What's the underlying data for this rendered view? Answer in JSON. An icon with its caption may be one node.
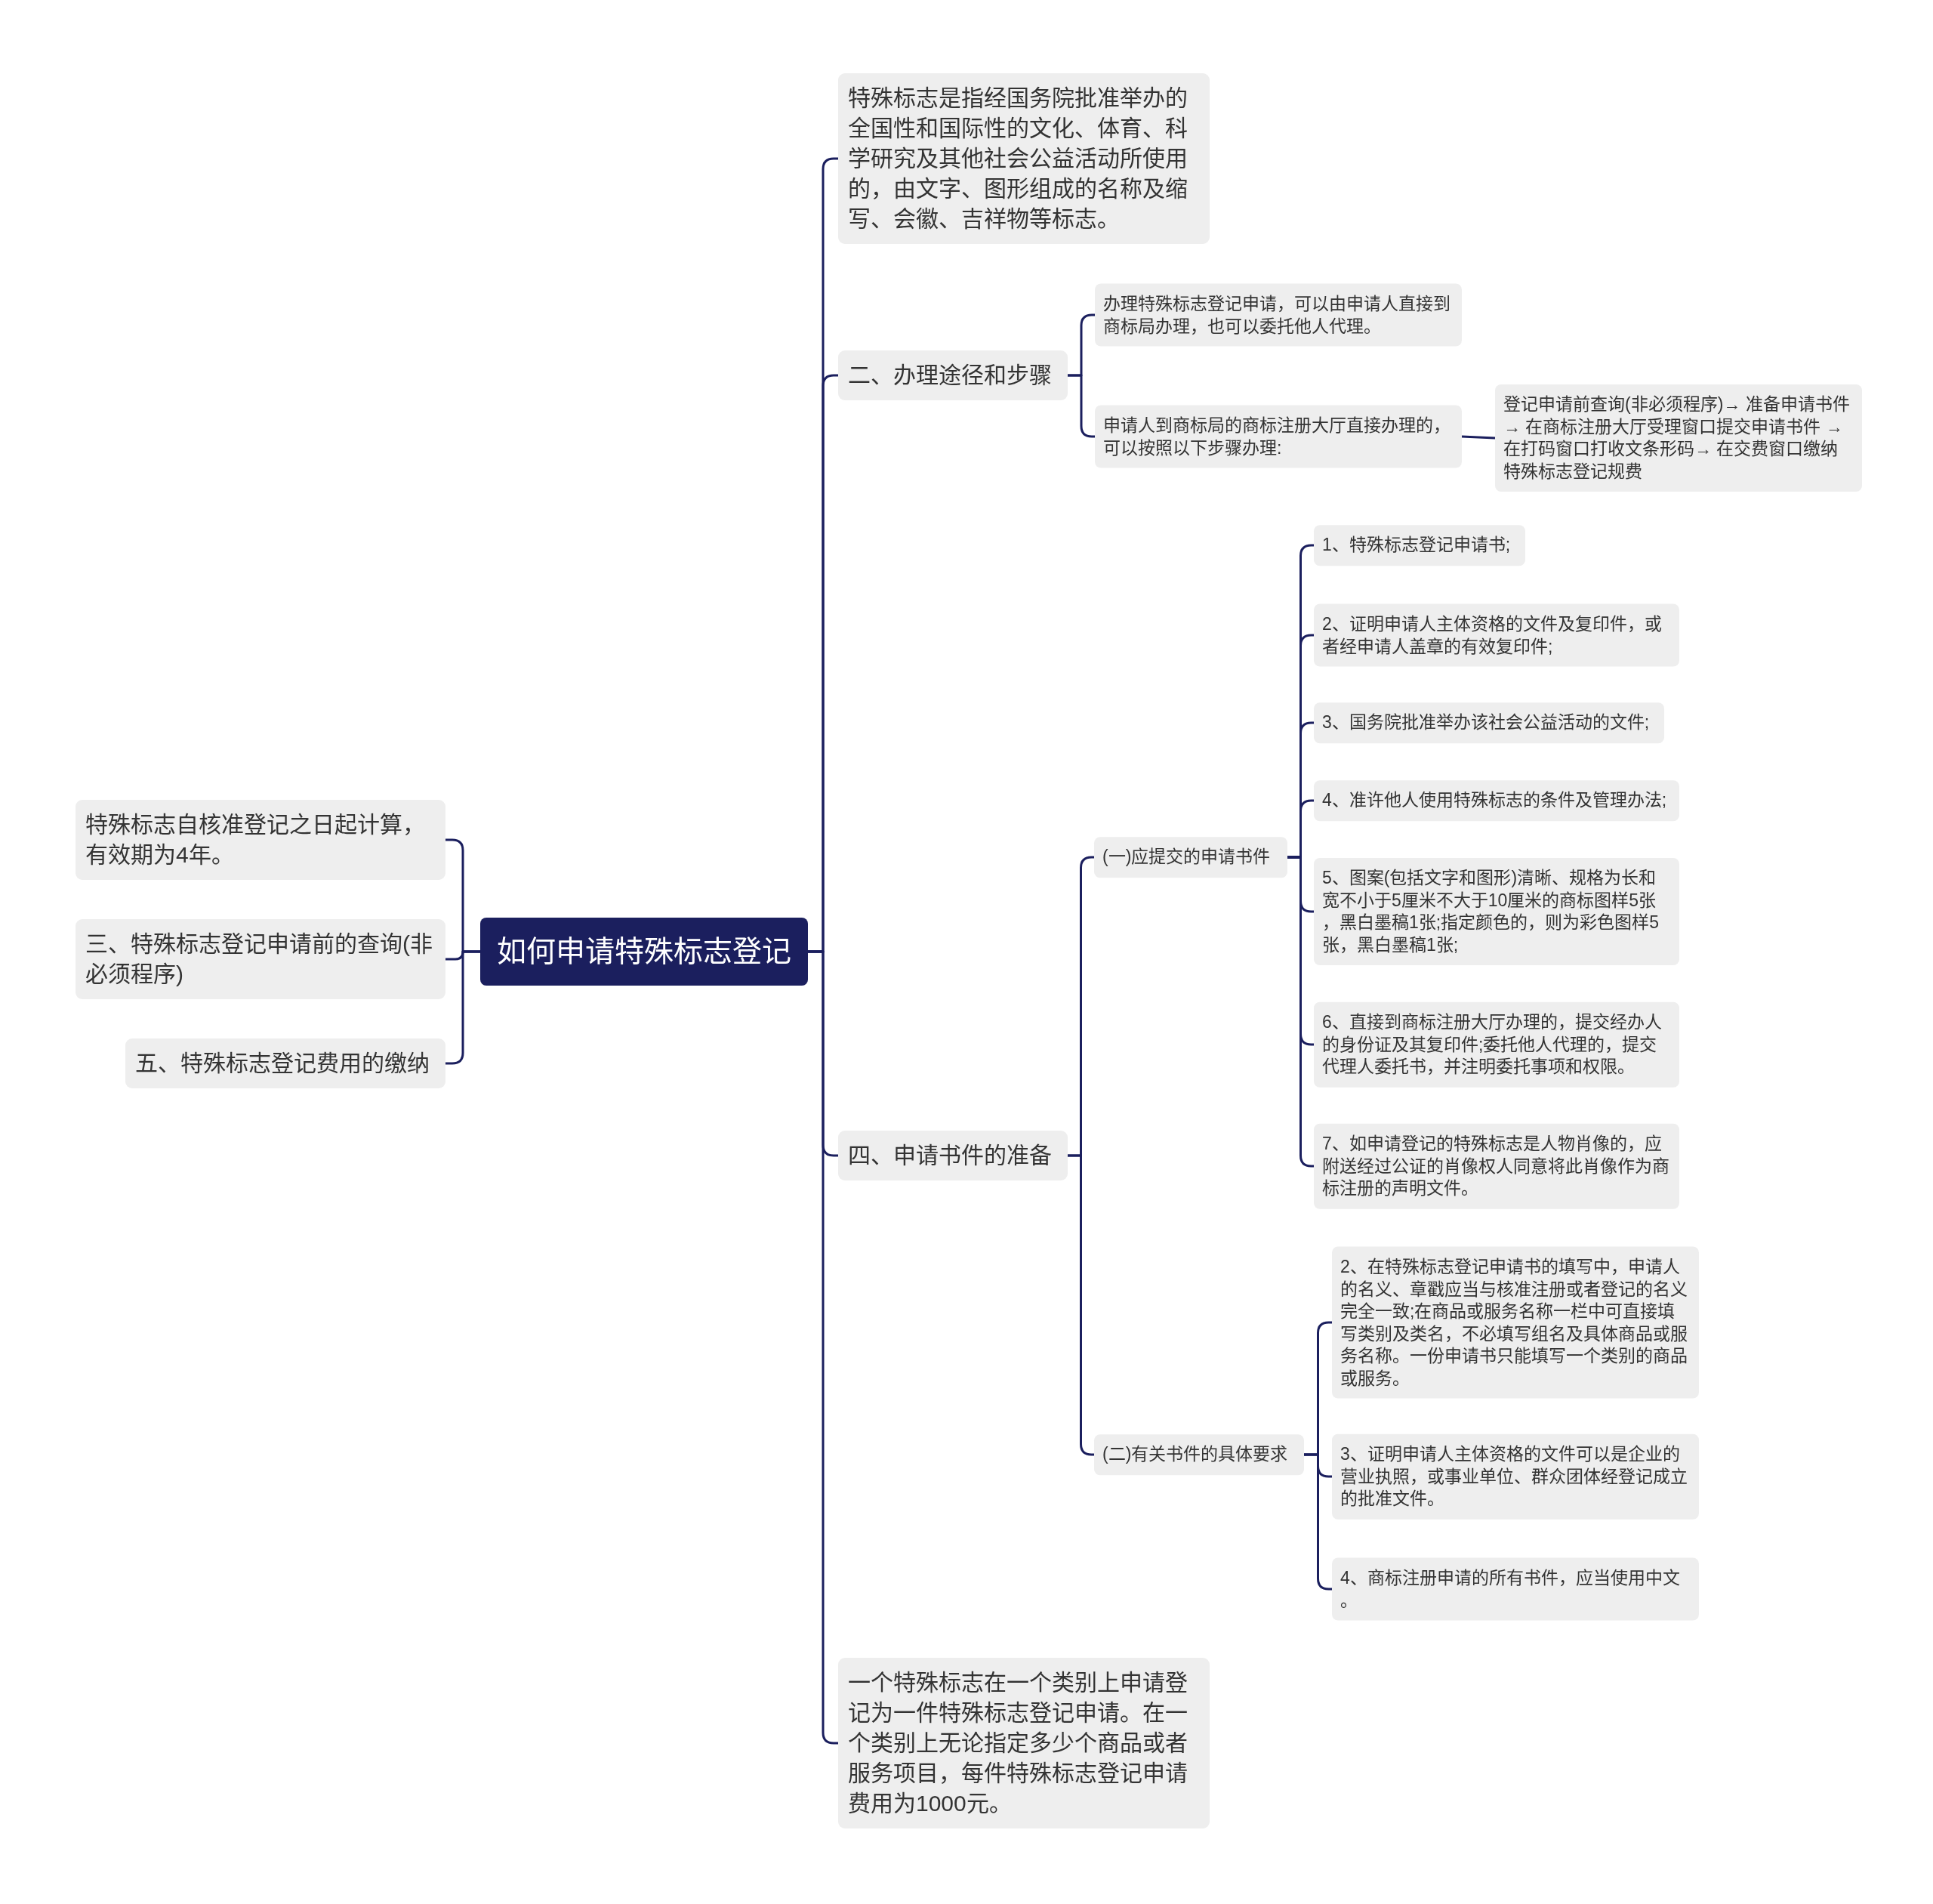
{
  "diagram": {
    "nodes": [
      {
        "text": [
          "如何申请特殊标志登记"
        ]
      },
      {
        "text": [
          "特殊标志自核准登记之日起计算，有效期为4年。"
        ]
      },
      {
        "text": [
          "三、特殊标志登记申请前的查询(非必须程序)"
        ]
      },
      {
        "text": [
          "五、特殊标志登记费用的缴纳"
        ]
      },
      {
        "text": [
          "特殊标志是指经国务院批准举办的全国性和国际性的文化、体育、科学研究及其他社会公益活动所使用的，由文字、图形组成的名称及缩写、会徽、吉祥物等标志。"
        ]
      },
      {
        "text": [
          "二、办理途径和步骤"
        ]
      },
      {
        "text": [
          "办理特殊标志登记申请，可以由申请人直接到商标局办理，也可以委托他人代理。"
        ]
      },
      {
        "text": [
          "申请人到商标局的商标注册大厅直接办理的，可以按照以下步骤办理:"
        ]
      },
      {
        "text": [
          "登记申请前查询(非必须程序)→ 准备申请书件 → 在商标注册大厅受理窗口提交申请书件 → 在打码窗口打收文条形码→ 在交费窗口缴纳特殊标志登记规费"
        ]
      },
      {
        "text": [
          "四、申请书件的准备"
        ]
      },
      {
        "text": [
          "(一)应提交的申请书件"
        ]
      },
      {
        "text": [
          "1、特殊标志登记申请书;"
        ]
      },
      {
        "text": [
          "2、证明申请人主体资格的文件及复印件，或者经申请人盖章的有效复印件;"
        ]
      },
      {
        "text": [
          "3、国务院批准举办该社会公益活动的文件;"
        ]
      },
      {
        "text": [
          "4、准许他人使用特殊标志的条件及管理办法;"
        ]
      },
      {
        "text": [
          "5、图案(包括文字和图形)清晰、规格为长和宽不小于5厘米不大于10厘米的商标图样5张，黑白墨稿1张;指定颜色的，则为彩色图样5张，黑白墨稿1张;"
        ]
      },
      {
        "text": [
          "6、直接到商标注册大厅办理的，提交经办人的身份证及其复印件;委托他人代理的，提交代理人委托书，并注明委托事项和权限。"
        ]
      },
      {
        "text": [
          "7、如申请登记的特殊标志是人物肖像的，应附送经过公证的肖像权人同意将此肖像作为商标注册的声明文件。"
        ]
      },
      {
        "text": [
          "(二)有关书件的具体要求"
        ]
      },
      {
        "text": [
          "2、在特殊标志登记申请书的填写中，申请人的名义、章戳应当与核准注册或者登记的名义完全一致;在商品或服务名称一栏中可直接填写类别及类名，不必填写组名及具体商品或服务名称。一份申请书只能填写一个类别的商品或服务。"
        ]
      },
      {
        "text": [
          "3、证明申请人主体资格的文件可以是企业的营业执照，或事业单位、群众团体经登记成立的批准文件。"
        ]
      },
      {
        "text": [
          "4、商标注册申请的所有书件，应当使用中文。"
        ]
      },
      {
        "text": [
          "一个特殊标志在一个类别上申请登记为一件特殊标志登记申请。在一个类别上无论指定多少个商品或者服务项目，每件特殊标志登记申请费用为1000元。"
        ]
      }
    ],
    "edges": [
      {
        "from": 0,
        "to": 1,
        "arrow": "none"
      },
      {
        "from": 0,
        "to": 2,
        "arrow": "none"
      },
      {
        "from": 0,
        "to": 3,
        "arrow": "none"
      },
      {
        "from": 0,
        "to": 4,
        "arrow": "none"
      },
      {
        "from": 0,
        "to": 5,
        "arrow": "none"
      },
      {
        "from": 5,
        "to": 6,
        "arrow": "none"
      },
      {
        "from": 5,
        "to": 7,
        "arrow": "none"
      },
      {
        "from": 7,
        "to": 8,
        "arrow": "none"
      },
      {
        "from": 0,
        "to": 9,
        "arrow": "none"
      },
      {
        "from": 9,
        "to": 10,
        "arrow": "none"
      },
      {
        "from": 10,
        "to": 11,
        "arrow": "none"
      },
      {
        "from": 10,
        "to": 12,
        "arrow": "none"
      },
      {
        "from": 10,
        "to": 13,
        "arrow": "none"
      },
      {
        "from": 10,
        "to": 14,
        "arrow": "none"
      },
      {
        "from": 10,
        "to": 15,
        "arrow": "none"
      },
      {
        "from": 10,
        "to": 16,
        "arrow": "none"
      },
      {
        "from": 10,
        "to": 17,
        "arrow": "none"
      },
      {
        "from": 9,
        "to": 18,
        "arrow": "none"
      },
      {
        "from": 18,
        "to": 19,
        "arrow": "none"
      },
      {
        "from": 18,
        "to": 20,
        "arrow": "none"
      },
      {
        "from": 18,
        "to": 21,
        "arrow": "none"
      },
      {
        "from": 0,
        "to": 22,
        "arrow": "none"
      }
    ]
  }
}
